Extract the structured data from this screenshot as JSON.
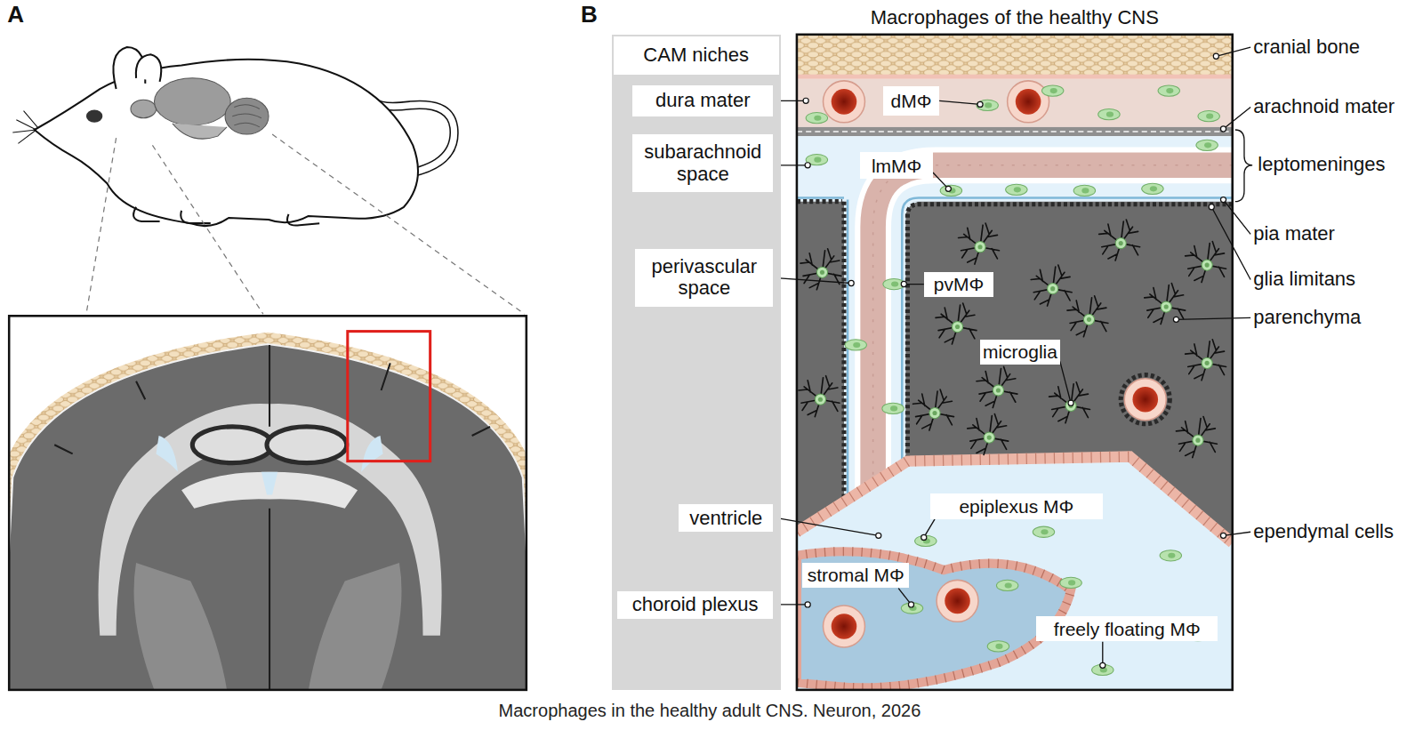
{
  "diagram": {
    "title": "Macrophages of the healthy CNS",
    "caption": "Macrophages in the healthy adult CNS. Neuron, 2026",
    "nodes": [
      {
        "text": [
          "CAM niches"
        ]
      },
      {
        "text": [
          "dura mater"
        ],
        "in": 0
      },
      {
        "text": [
          "subarachnoid space"
        ],
        "in": 0
      },
      {
        "text": [
          "perivascular space"
        ],
        "in": 0
      },
      {
        "text": [
          "ventricle"
        ],
        "in": 0
      },
      {
        "text": [
          "choroid plexus"
        ],
        "in": 0
      },
      {
        "text": [
          "dMΦ"
        ]
      },
      {
        "text": [
          "lmMΦ"
        ]
      },
      {
        "text": [
          "pvMΦ"
        ]
      },
      {
        "text": [
          "microglia"
        ]
      },
      {
        "text": [
          "epiplexus MΦ"
        ]
      },
      {
        "text": [
          "stromal MΦ"
        ]
      },
      {
        "text": [
          "freely floating MΦ"
        ]
      }
    ],
    "labels": [
      "A",
      "B",
      "cranial bone",
      "arachnoid mater",
      "leptomeninges",
      "pia mater",
      "glia limitans",
      "parenchyma",
      "ependymal cells"
    ]
  }
}
